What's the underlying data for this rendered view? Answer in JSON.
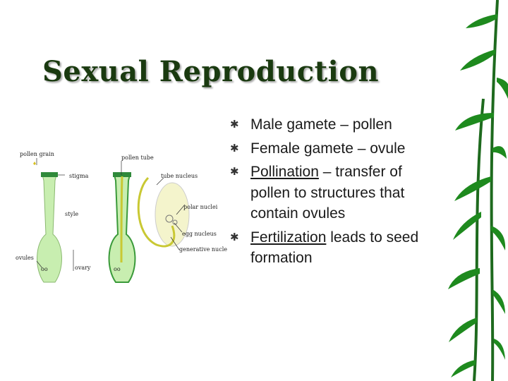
{
  "slide": {
    "title": "Sexual Reproduction",
    "bullets": [
      {
        "head": "",
        "rest": "Male gamete – pollen"
      },
      {
        "head": "",
        "rest": "Female gamete – ovule"
      },
      {
        "head": "Pollination",
        "rest": " – transfer of pollen to structures that contain ovules"
      },
      {
        "head": "Fertilization",
        "rest": " leads to seed formation"
      }
    ]
  },
  "diagram": {
    "labels": {
      "pollen_grain": "pollen grain",
      "stigma": "stigma",
      "style": "style",
      "ovules": "ovules",
      "ovary": "ovary",
      "pollen_tube": "pollen tube",
      "tube_nucleus": "tube nucleus",
      "polar_nuclei": "polar nuclei",
      "egg_nucleus": "egg nucleus",
      "generative_nuclei": "generative nuclei"
    }
  },
  "colors": {
    "title": "#1a3a10",
    "pistil_fill": "#c8eeb0",
    "pistil_dark": "#3a9a3a",
    "pollen_tube": "#c9c833",
    "bamboo": "#1e8a1e"
  },
  "icons": {
    "bullet": "asterisk-bullet-icon"
  }
}
